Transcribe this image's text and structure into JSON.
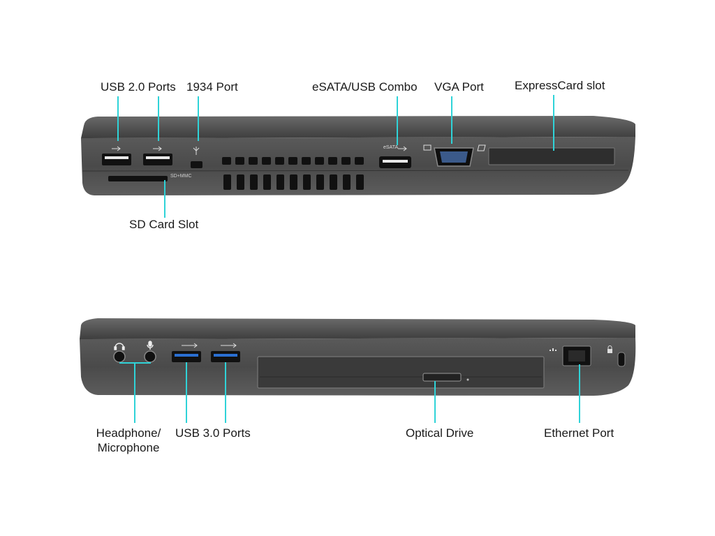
{
  "colors": {
    "background": "#ffffff",
    "callout_line": "#2fd3d8",
    "laptop_body": "#4a4a4a",
    "laptop_lid": "#5a5a5a",
    "port_black": "#111111"
  },
  "top_view": {
    "labels": {
      "usb2": "USB 2.0 Ports",
      "port1394": "1934 Port",
      "esata": "eSATA/USB Combo",
      "vga": "VGA Port",
      "expresscard": "ExpressCard slot",
      "sdcard": "SD Card Slot"
    },
    "printed_markings": {
      "sd_mmc": "SD+MMC",
      "esata": "eSATA"
    },
    "icons": [
      "usb-icon",
      "usb-icon",
      "firewire-icon",
      "usb-icon",
      "vga-icon",
      "expresscard-icon"
    ]
  },
  "bottom_view": {
    "labels": {
      "audio_line1": "Headphone/",
      "audio_line2": "Microphone",
      "usb3": "USB 3.0 Ports",
      "optical": "Optical Drive",
      "ethernet": "Ethernet Port"
    },
    "icons": [
      "headphone-icon",
      "microphone-icon",
      "usb3-icon",
      "usb3-icon",
      "network-icon",
      "lock-icon"
    ]
  }
}
